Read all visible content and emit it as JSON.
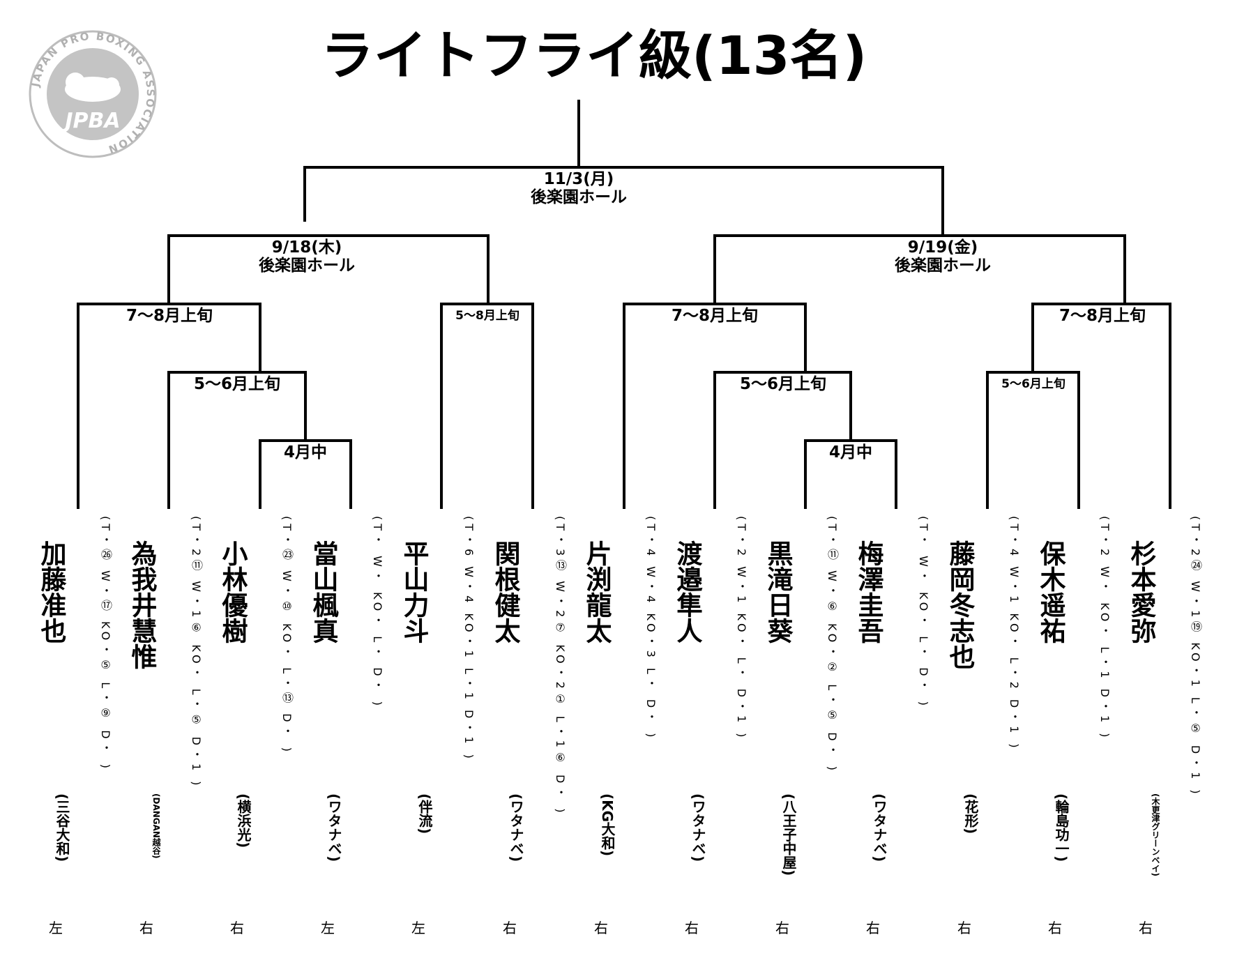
{
  "title": "ライトフライ級(13名)",
  "logo": {
    "text": "JPBA",
    "ring": "JAPAN PRO BOXING ASSOCIATION",
    "icon": "boxing-glove-icon"
  },
  "rounds": {
    "final": {
      "date": "11/3(月)",
      "venue": "後楽園ホール"
    },
    "semi_left": {
      "date": "9/18(木)",
      "venue": "後楽園ホール"
    },
    "semi_right": {
      "date": "9/19(金)",
      "venue": "後楽園ホール"
    },
    "q1": "7〜8月上旬",
    "q2": "5〜8月上旬",
    "q3": "7〜8月上旬",
    "q4": "7〜8月上旬",
    "r1a": "5〜6月上旬",
    "r1b": "5〜6月上旬",
    "r1c": "5〜6月上旬",
    "r0a": "4月中",
    "r0b": "4月中"
  },
  "boxers": [
    {
      "name": "加藤准也",
      "gym": "(三谷大和)",
      "stance": "左"
    },
    {
      "name": "為我井慧惟",
      "gym": "(DANGAN越谷)",
      "stance": "右"
    },
    {
      "name": "小林優樹",
      "gym": "(横浜光)",
      "stance": "右"
    },
    {
      "name": "當山楓真",
      "gym": "(ワタナベ)",
      "stance": "左"
    },
    {
      "name": "平山力斗",
      "gym": "(伴流)",
      "stance": "左"
    },
    {
      "name": "関根健太",
      "gym": "(ワタナベ)",
      "stance": "右"
    },
    {
      "name": "片渕龍太",
      "gym": "(KG大和)",
      "stance": "右"
    },
    {
      "name": "渡邉隼人",
      "gym": "(ワタナベ)",
      "stance": "右"
    },
    {
      "name": "黒滝日葵",
      "gym": "(八王子中屋)",
      "stance": "右"
    },
    {
      "name": "梅澤圭吾",
      "gym": "(ワタナベ)",
      "stance": "右"
    },
    {
      "name": "藤岡冬志也",
      "gym": "(花形)",
      "stance": "右"
    },
    {
      "name": "保木遥祐",
      "gym": "(輪島功一)",
      "stance": "右"
    },
    {
      "name": "杉本愛弥",
      "gym": "(木更津グリーンベイ)",
      "stance": "右"
    }
  ],
  "records": [
    "(T・㉖ W・⑰ KO・⑤ L・⑨ D・ )",
    "(T・2⑪ W・1⑥ KO・ L・⑤ D・1 )",
    "(T・㉓ W・⑩ KO・ L・⑬ D・ )",
    "(T・ W・ KO・ L・ D・ )",
    "(T・6 W・4 KO・1 L・1 D・1 )",
    "(T・3⑬ W・2⑦ KO・2① L・1⑥ D・ )",
    "(T・4 W・4 KO・3 L・ D・ )",
    "(T・2 W・1 KO・ L・ D・1 )",
    "(T・⑪ W・⑥ KO・② L・⑤ D・ )",
    "(T・ W・ KO・ L・ D・ )",
    "(T・4 W・1 KO・ L・2 D・1 )",
    "(T・2 W・ KO・ L・1 D・1 )",
    "(T・2㉔ W・1⑲ KO・1 L・⑤ D・1 )"
  ]
}
